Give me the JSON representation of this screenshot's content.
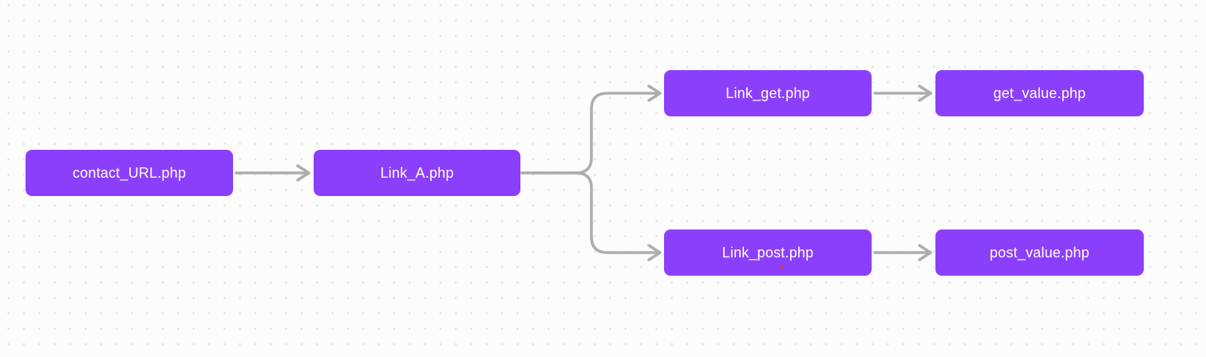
{
  "canvas": {
    "background_color": "#FCFCFC",
    "dot_color": "#E2E2E2"
  },
  "diagram": {
    "node_fill_color": "#8C3FFB",
    "node_text_color": "#FFFFFF",
    "connector_color": "#ADADAD",
    "indicator_dot_color": "#E03C31",
    "nodes": [
      {
        "id": "contact_URL",
        "label": "contact_URL.php"
      },
      {
        "id": "Link_A",
        "label": "Link_A.php"
      },
      {
        "id": "Link_get",
        "label": "Link_get.php"
      },
      {
        "id": "get_value",
        "label": "get_value.php"
      },
      {
        "id": "Link_post",
        "label": "Link_post.php"
      },
      {
        "id": "post_value",
        "label": "post_value.php"
      }
    ],
    "edges": [
      {
        "from": "contact_URL.php",
        "to": "Link_A.php"
      },
      {
        "from": "Link_A.php",
        "to": "Link_get.php"
      },
      {
        "from": "Link_A.php",
        "to": "Link_post.php"
      },
      {
        "from": "Link_get.php",
        "to": "get_value.php"
      },
      {
        "from": "Link_post.php",
        "to": "post_value.php"
      }
    ]
  }
}
